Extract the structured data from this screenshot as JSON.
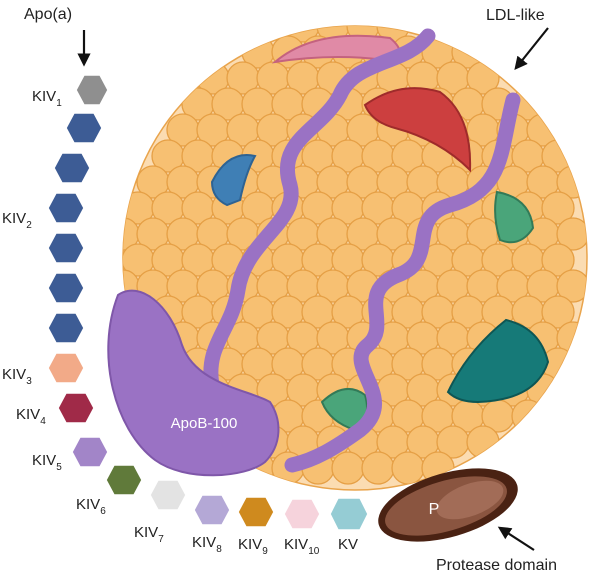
{
  "labels": {
    "apo_a": "Apo(a)",
    "ldl_like": "LDL-like",
    "apob100": "ApoB-100",
    "protease_domain": "Protease domain",
    "protease_letter": "P",
    "kringle_prefix": "KIV",
    "kiv1_sub": "1",
    "kiv2_sub": "2",
    "kiv3_sub": "3",
    "kiv4_sub": "4",
    "kiv5_sub": "5",
    "kiv6_sub": "6",
    "kiv7_sub": "7",
    "kiv8_sub": "8",
    "kiv9_sub": "9",
    "kiv10_sub": "10",
    "kv": "KV"
  },
  "colors": {
    "kiv1": "#8f8f8f",
    "kiv2": "#3d5c95",
    "kiv3": "#f2aa88",
    "kiv4": "#a02a48",
    "kiv5": "#a285c8",
    "kiv6": "#607a3a",
    "kiv7": "#e3e3e3",
    "kiv8": "#b4a8d6",
    "kiv9": "#cf8a1e",
    "kiv10": "#f6d3dc",
    "kv": "#95ccd4",
    "ldl_particle": "#f7c072",
    "apob100": "#9a72c4",
    "protease": "#8a5540",
    "red_protein": "#cc3f3f",
    "blue_protein": "#3f7fb5",
    "green_protein": "#4aa57a",
    "teal_protein": "#167a78",
    "pink_protein": "#e08aa6"
  }
}
